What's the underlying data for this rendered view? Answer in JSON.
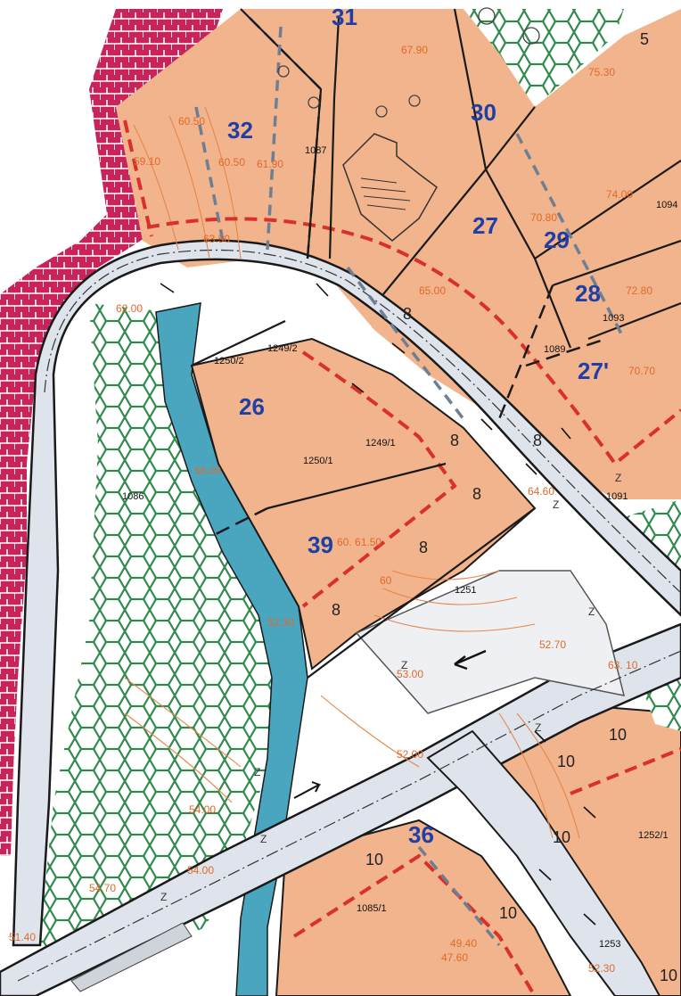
{
  "colors": {
    "plot_fill": "#f2b48c",
    "plot_border": "#1a1a1a",
    "red_dash": "#d9302a",
    "brick": "#c8245a",
    "green_hex": "#2f8a4c",
    "river": "#4aa6be",
    "road": "#dfe4ec",
    "contour": "#e5864b"
  },
  "plot_numbers": [
    {
      "id": "31",
      "label": "31"
    },
    {
      "id": "32",
      "label": "32"
    },
    {
      "id": "30",
      "label": "30"
    },
    {
      "id": "27",
      "label": "27"
    },
    {
      "id": "29",
      "label": "29"
    },
    {
      "id": "28",
      "label": "28"
    },
    {
      "id": "27b",
      "label": "27'"
    },
    {
      "id": "26",
      "label": "26"
    },
    {
      "id": "39",
      "label": "39"
    },
    {
      "id": "36",
      "label": "36"
    },
    {
      "id": "5",
      "label": "5"
    }
  ],
  "parcel_ids": [
    {
      "id": "p1087",
      "label": "1087"
    },
    {
      "id": "p1094",
      "label": "1094"
    },
    {
      "id": "p1093",
      "label": "1093"
    },
    {
      "id": "p1089",
      "label": "1089"
    },
    {
      "id": "p1250_2",
      "label": "1250/2"
    },
    {
      "id": "p1249_2",
      "label": "1249/2"
    },
    {
      "id": "p1249_1",
      "label": "1249/1"
    },
    {
      "id": "p1250_1",
      "label": "1250/1"
    },
    {
      "id": "p1091",
      "label": "1091"
    },
    {
      "id": "p1086",
      "label": "1086"
    },
    {
      "id": "p1251",
      "label": "1251"
    },
    {
      "id": "p1252_1",
      "label": "1252/1"
    },
    {
      "id": "p1085_1",
      "label": "1085/1"
    },
    {
      "id": "p1253",
      "label": "1253"
    }
  ],
  "elevations": [
    {
      "id": "e1",
      "label": "60.50"
    },
    {
      "id": "e2",
      "label": "59.10"
    },
    {
      "id": "e3",
      "label": "60.50"
    },
    {
      "id": "e4",
      "label": "61.90"
    },
    {
      "id": "e5",
      "label": "63.50"
    },
    {
      "id": "e6",
      "label": "65.00"
    },
    {
      "id": "e7",
      "label": "67.90"
    },
    {
      "id": "e8",
      "label": "62.00"
    },
    {
      "id": "e9",
      "label": "70.80"
    },
    {
      "id": "e10",
      "label": "74.00"
    },
    {
      "id": "e11",
      "label": "75.30"
    },
    {
      "id": "e12",
      "label": "72.80"
    },
    {
      "id": "e13",
      "label": "70.70"
    },
    {
      "id": "e14",
      "label": "56.00"
    },
    {
      "id": "e15",
      "label": "64.60"
    },
    {
      "id": "e16",
      "label": "60. 61.50"
    },
    {
      "id": "e17",
      "label": "60"
    },
    {
      "id": "e18",
      "label": "52.70"
    },
    {
      "id": "e19",
      "label": "53.00"
    },
    {
      "id": "e20",
      "label": "63. 10"
    },
    {
      "id": "e21",
      "label": "52.00"
    },
    {
      "id": "e22",
      "label": "54.00"
    },
    {
      "id": "e23",
      "label": "54.00"
    },
    {
      "id": "e24",
      "label": "54.70"
    },
    {
      "id": "e25",
      "label": "51.40"
    },
    {
      "id": "e26",
      "label": "49.40"
    },
    {
      "id": "e27",
      "label": "47.60"
    },
    {
      "id": "e28",
      "label": "52.30"
    },
    {
      "id": "e29",
      "label": "52.30"
    }
  ],
  "road_widths": [
    {
      "id": "w1",
      "label": "8"
    },
    {
      "id": "w2",
      "label": "8"
    },
    {
      "id": "w3",
      "label": "8"
    },
    {
      "id": "w4",
      "label": "8"
    },
    {
      "id": "w5",
      "label": "8"
    },
    {
      "id": "w6",
      "label": "8"
    },
    {
      "id": "w7",
      "label": "10"
    },
    {
      "id": "w8",
      "label": "10"
    },
    {
      "id": "w9",
      "label": "10"
    },
    {
      "id": "w10",
      "label": "10"
    },
    {
      "id": "w11",
      "label": "10"
    },
    {
      "id": "w12",
      "label": "10"
    }
  ],
  "z_marks": [
    "Z",
    "Z",
    "Z",
    "Z",
    "Z",
    "Z",
    "Z",
    "Z"
  ]
}
